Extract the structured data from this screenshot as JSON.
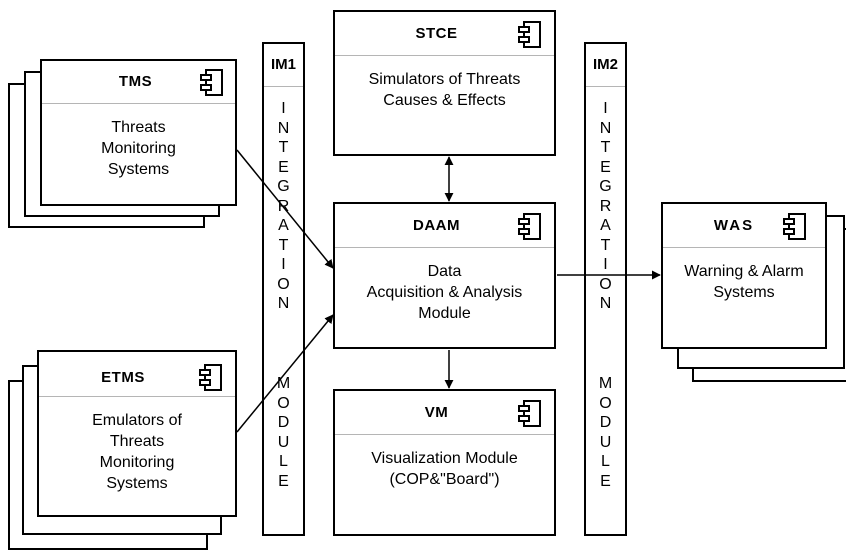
{
  "components": {
    "tms": {
      "title": "TMS",
      "description": "Threats\nMonitoring\nSystems"
    },
    "etms": {
      "title": "ETMS",
      "description": "Emulators of\nThreats\nMonitoring\nSystems"
    },
    "stce": {
      "title": "STCE",
      "description": "Simulators of Threats\nCauses & Effects"
    },
    "daam": {
      "title": "DAAM",
      "description": "Data\nAcquisition & Analysis\nModule"
    },
    "vm": {
      "title": "VM",
      "description": "Visualization Module\n(COP&\"Board\")"
    },
    "was": {
      "title": "WAS",
      "description": "Warning & Alarm\nSystems"
    }
  },
  "integration_modules": {
    "im1": {
      "title": "IM1",
      "text_top": "I\nN\nT\nE\nG\nR\nA\nT\nI\nO\nN",
      "text_bottom": "M\nO\nD\nU\nL\nE"
    },
    "im2": {
      "title": "IM2",
      "text_top": "I\nN\nT\nE\nG\nR\nA\nT\nI\nO\nN",
      "text_bottom": "M\nO\nD\nU\nL\nE"
    }
  },
  "connections": [
    {
      "from": "TMS",
      "to": "DAAM",
      "direction": "forward"
    },
    {
      "from": "ETMS",
      "to": "DAAM",
      "direction": "forward"
    },
    {
      "from": "STCE",
      "to": "DAAM",
      "direction": "both"
    },
    {
      "from": "DAAM",
      "to": "VM",
      "direction": "forward"
    },
    {
      "from": "DAAM",
      "to": "WAS",
      "direction": "forward"
    }
  ]
}
